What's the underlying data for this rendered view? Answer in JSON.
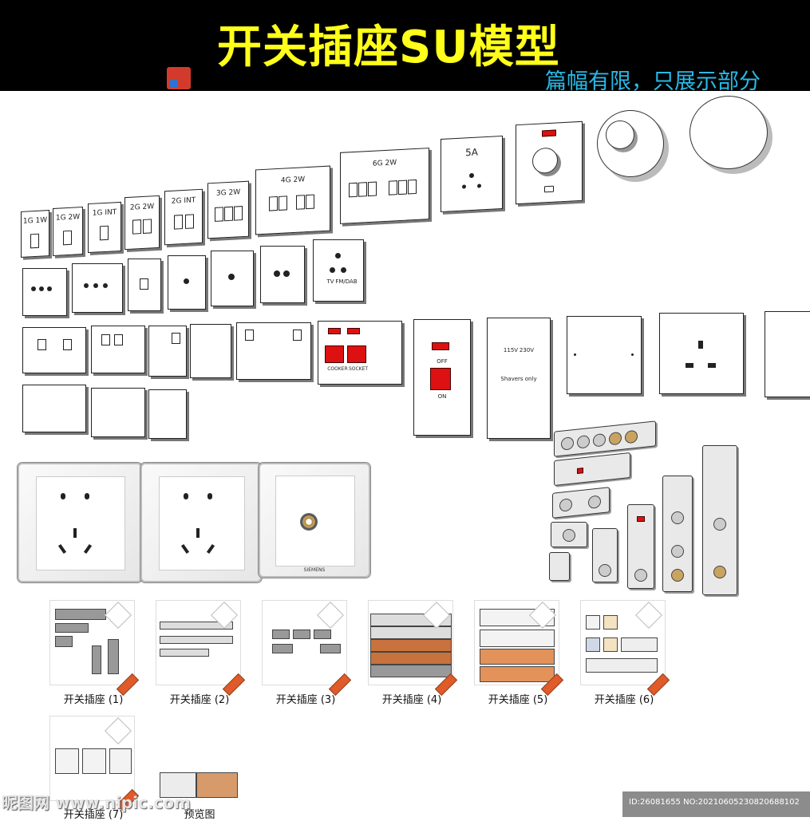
{
  "header": {
    "title": "开关插座SU模型",
    "subtitle": "篇幅有限，只展示部分",
    "title_color": "#ffff1a",
    "subtitle_color": "#29b8e6",
    "app_icon": "sketchup-icon"
  },
  "plates": {
    "labels": [
      "1G 1W",
      "1G 2W",
      "1G INT",
      "2G 2W",
      "2G INT",
      "3G 2W",
      "4G 2W",
      "6G 2W",
      "5A"
    ],
    "cooker_switch": {
      "off_label": "OFF",
      "on_label": "ON",
      "cooker": "COOKER",
      "socket": "SOCKET"
    },
    "shaver": {
      "volt_1": "115V",
      "volt_2": "230V",
      "note": "Shavers only"
    },
    "tv_labels": [
      "TV",
      "FM/DAB"
    ],
    "photo_brand": "SIEMENS"
  },
  "files": [
    {
      "label": "开关插座 (1)"
    },
    {
      "label": "开关插座 (2)"
    },
    {
      "label": "开关插座 (3)"
    },
    {
      "label": "开关插座 (4)"
    },
    {
      "label": "开关插座 (5)"
    },
    {
      "label": "开关插座 (6)"
    },
    {
      "label": "开关插座 (7)"
    },
    {
      "label": "预览图"
    }
  ],
  "watermark": {
    "site": "昵图网 www.nipic.com",
    "id_text": "ID:26081655 NO:20210605230820688102"
  }
}
